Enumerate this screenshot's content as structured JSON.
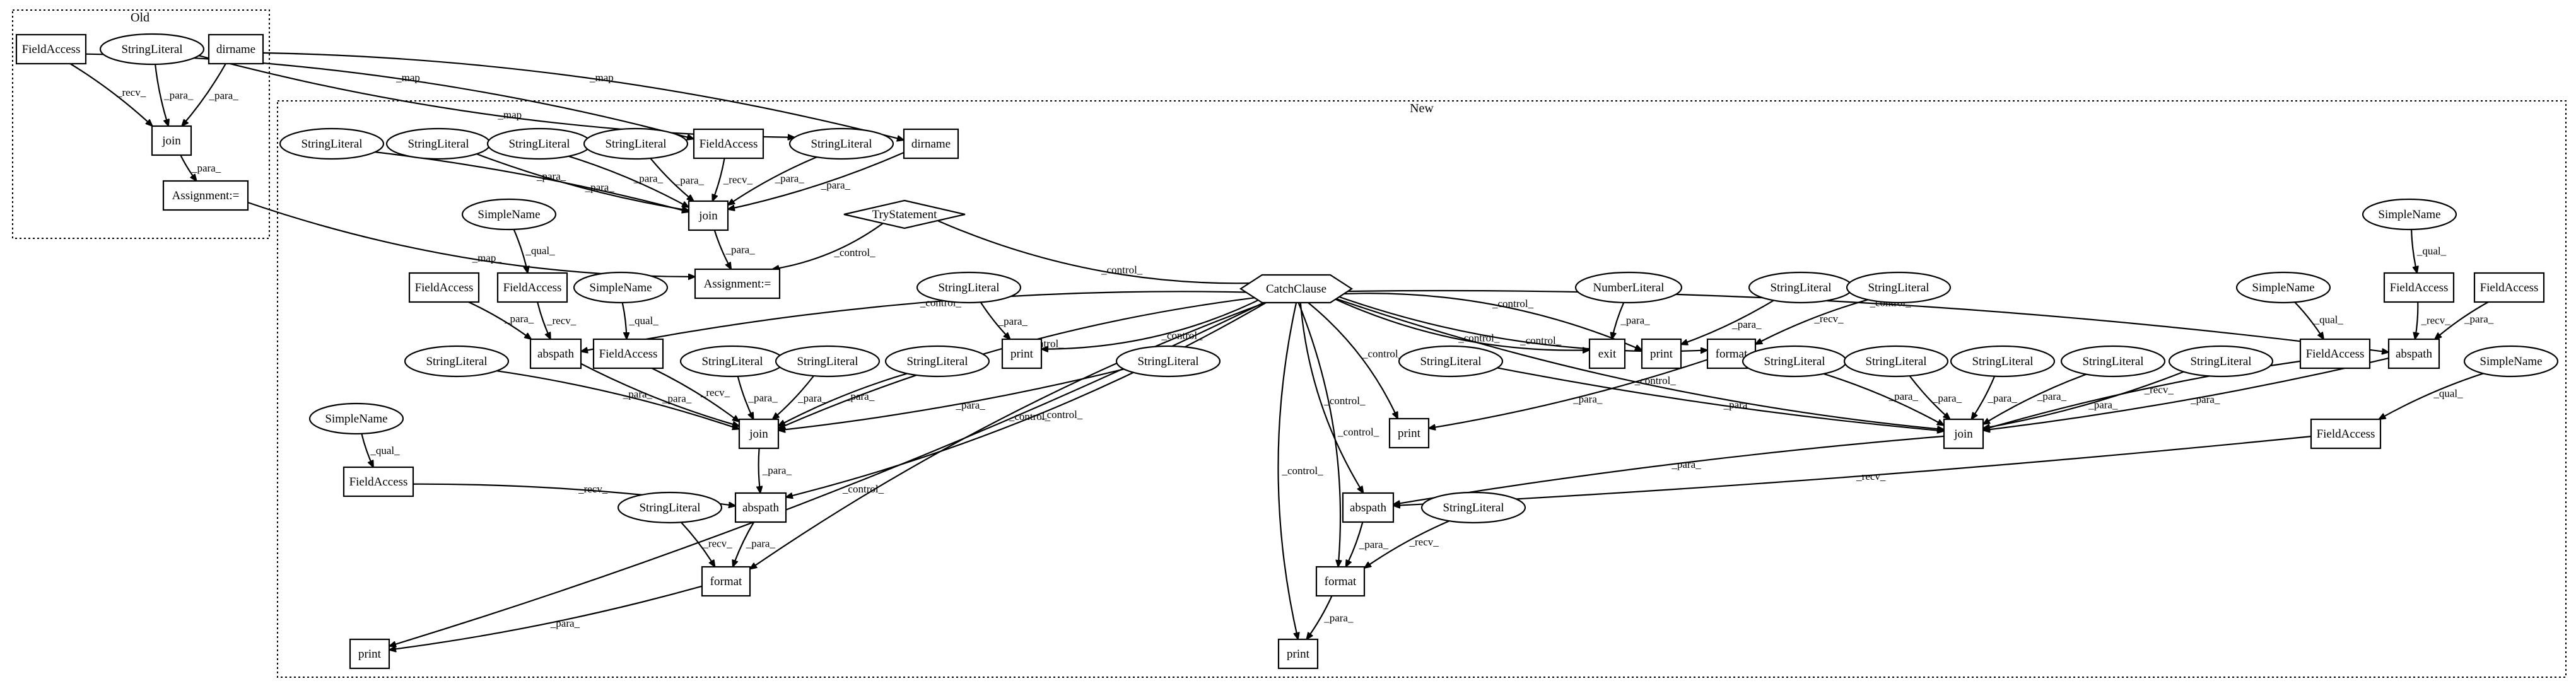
{
  "clusters": [
    {
      "id": "old",
      "label": "Old"
    },
    {
      "id": "new",
      "label": "New"
    }
  ],
  "nodes": [
    {
      "id": "o_fa",
      "label": "FieldAccess",
      "shape": "box"
    },
    {
      "id": "o_sl",
      "label": "StringLiteral",
      "shape": "ellipse"
    },
    {
      "id": "o_dn",
      "label": "dirname",
      "shape": "box"
    },
    {
      "id": "o_jn",
      "label": "join",
      "shape": "box"
    },
    {
      "id": "o_as",
      "label": "Assignment:=",
      "shape": "box"
    },
    {
      "id": "n_sl1",
      "label": "StringLiteral",
      "shape": "ellipse"
    },
    {
      "id": "n_sl2",
      "label": "StringLiteral",
      "shape": "ellipse"
    },
    {
      "id": "n_sl3",
      "label": "StringLiteral",
      "shape": "ellipse"
    },
    {
      "id": "n_sl4",
      "label": "StringLiteral",
      "shape": "ellipse"
    },
    {
      "id": "n_fa1",
      "label": "FieldAccess",
      "shape": "box"
    },
    {
      "id": "n_sl5",
      "label": "StringLiteral",
      "shape": "ellipse"
    },
    {
      "id": "n_dn",
      "label": "dirname",
      "shape": "box"
    },
    {
      "id": "n_jn1",
      "label": "join",
      "shape": "box"
    },
    {
      "id": "n_as",
      "label": "Assignment:=",
      "shape": "box"
    },
    {
      "id": "n_try",
      "label": "TryStatement",
      "shape": "diamond"
    },
    {
      "id": "n_sn1",
      "label": "SimpleName",
      "shape": "ellipse"
    },
    {
      "id": "n_cc",
      "label": "CatchClause",
      "shape": "hexagon"
    },
    {
      "id": "n_fa2",
      "label": "FieldAccess",
      "shape": "box"
    },
    {
      "id": "n_fa3",
      "label": "FieldAccess",
      "shape": "box"
    },
    {
      "id": "n_sn2",
      "label": "SimpleName",
      "shape": "ellipse"
    },
    {
      "id": "n_ab1",
      "label": "abspath",
      "shape": "box"
    },
    {
      "id": "n_fa4",
      "label": "FieldAccess",
      "shape": "box"
    },
    {
      "id": "n_sl6",
      "label": "StringLiteral",
      "shape": "ellipse"
    },
    {
      "id": "n_pr1",
      "label": "print",
      "shape": "box"
    },
    {
      "id": "n_sl7",
      "label": "StringLiteral",
      "shape": "ellipse"
    },
    {
      "id": "n_sl8",
      "label": "StringLiteral",
      "shape": "ellipse"
    },
    {
      "id": "n_sl9",
      "label": "StringLiteral",
      "shape": "ellipse"
    },
    {
      "id": "n_sl10",
      "label": "StringLiteral",
      "shape": "ellipse"
    },
    {
      "id": "n_sl11",
      "label": "StringLiteral",
      "shape": "ellipse"
    },
    {
      "id": "n_jn2",
      "label": "join",
      "shape": "box"
    },
    {
      "id": "n_sn3",
      "label": "SimpleName",
      "shape": "ellipse"
    },
    {
      "id": "n_fa5",
      "label": "FieldAccess",
      "shape": "box"
    },
    {
      "id": "n_ab2",
      "label": "abspath",
      "shape": "box"
    },
    {
      "id": "n_sl12",
      "label": "StringLiteral",
      "shape": "ellipse"
    },
    {
      "id": "n_fm1",
      "label": "format",
      "shape": "box"
    },
    {
      "id": "n_pr2",
      "label": "print",
      "shape": "box"
    },
    {
      "id": "n_num",
      "label": "NumberLiteral",
      "shape": "ellipse"
    },
    {
      "id": "n_sl13",
      "label": "StringLiteral",
      "shape": "ellipse"
    },
    {
      "id": "n_sl14",
      "label": "StringLiteral",
      "shape": "ellipse"
    },
    {
      "id": "n_exit",
      "label": "exit",
      "shape": "box"
    },
    {
      "id": "n_pr3",
      "label": "print",
      "shape": "box"
    },
    {
      "id": "n_fm2",
      "label": "format",
      "shape": "box"
    },
    {
      "id": "n_pr4",
      "label": "print",
      "shape": "box"
    },
    {
      "id": "n_sl15",
      "label": "StringLiteral",
      "shape": "ellipse"
    },
    {
      "id": "n_sl16",
      "label": "StringLiteral",
      "shape": "ellipse"
    },
    {
      "id": "n_sl17",
      "label": "StringLiteral",
      "shape": "ellipse"
    },
    {
      "id": "n_sl18",
      "label": "StringLiteral",
      "shape": "ellipse"
    },
    {
      "id": "n_sl19",
      "label": "StringLiteral",
      "shape": "ellipse"
    },
    {
      "id": "n_sl20",
      "label": "StringLiteral",
      "shape": "ellipse"
    },
    {
      "id": "n_jn3",
      "label": "join",
      "shape": "box"
    },
    {
      "id": "n_sn4",
      "label": "SimpleName",
      "shape": "ellipse"
    },
    {
      "id": "n_fa6",
      "label": "FieldAccess",
      "shape": "box"
    },
    {
      "id": "n_fa7",
      "label": "FieldAccess",
      "shape": "box"
    },
    {
      "id": "n_fa8",
      "label": "FieldAccess",
      "shape": "box"
    },
    {
      "id": "n_ab3",
      "label": "abspath",
      "shape": "box"
    },
    {
      "id": "n_sn5",
      "label": "SimpleName",
      "shape": "ellipse"
    },
    {
      "id": "n_sn6",
      "label": "SimpleName",
      "shape": "ellipse"
    },
    {
      "id": "n_fa9",
      "label": "FieldAccess",
      "shape": "box"
    },
    {
      "id": "n_ab4",
      "label": "abspath",
      "shape": "box"
    },
    {
      "id": "n_sl21",
      "label": "StringLiteral",
      "shape": "ellipse"
    },
    {
      "id": "n_fm3",
      "label": "format",
      "shape": "box"
    },
    {
      "id": "n_pr5",
      "label": "print",
      "shape": "box"
    }
  ],
  "edges": [
    {
      "from": "o_fa",
      "to": "o_jn",
      "label": "_recv_"
    },
    {
      "from": "o_sl",
      "to": "o_jn",
      "label": "_para_"
    },
    {
      "from": "o_dn",
      "to": "o_jn",
      "label": "_para_"
    },
    {
      "from": "o_jn",
      "to": "o_as",
      "label": "_para_"
    },
    {
      "from": "o_fa",
      "to": "n_fa1",
      "label": "_map_"
    },
    {
      "from": "o_sl",
      "to": "n_sl5",
      "label": "_map_"
    },
    {
      "from": "o_dn",
      "to": "n_dn",
      "label": "_map_"
    },
    {
      "from": "o_as",
      "to": "n_as",
      "label": "_map_"
    },
    {
      "from": "n_sl1",
      "to": "n_jn1",
      "label": "_para_"
    },
    {
      "from": "n_sl2",
      "to": "n_jn1",
      "label": "_para_"
    },
    {
      "from": "n_sl3",
      "to": "n_jn1",
      "label": "_para_"
    },
    {
      "from": "n_sl4",
      "to": "n_jn1",
      "label": "_para_"
    },
    {
      "from": "n_fa1",
      "to": "n_jn1",
      "label": "_recv_"
    },
    {
      "from": "n_sl5",
      "to": "n_jn1",
      "label": "_para_"
    },
    {
      "from": "n_dn",
      "to": "n_jn1",
      "label": "_para_"
    },
    {
      "from": "n_jn1",
      "to": "n_as",
      "label": "_para_"
    },
    {
      "from": "n_try",
      "to": "n_as",
      "label": "_control_"
    },
    {
      "from": "n_try",
      "to": "n_cc",
      "label": "_control_"
    },
    {
      "from": "n_sn1",
      "to": "n_fa3",
      "label": "_qual_"
    },
    {
      "from": "n_cc",
      "to": "n_ab1",
      "label": "_control_"
    },
    {
      "from": "n_cc",
      "to": "n_pr1",
      "label": "_control_"
    },
    {
      "from": "n_cc",
      "to": "n_jn2",
      "label": "_control_"
    },
    {
      "from": "n_cc",
      "to": "n_ab2",
      "label": "_control_"
    },
    {
      "from": "n_cc",
      "to": "n_fm1",
      "label": "_control_"
    },
    {
      "from": "n_cc",
      "to": "n_pr2",
      "label": "_control_"
    },
    {
      "from": "n_cc",
      "to": "n_exit",
      "label": "_control_"
    },
    {
      "from": "n_cc",
      "to": "n_pr3",
      "label": "_control_"
    },
    {
      "from": "n_cc",
      "to": "n_fm2",
      "label": "_control_"
    },
    {
      "from": "n_cc",
      "to": "n_pr4",
      "label": "_control_"
    },
    {
      "from": "n_cc",
      "to": "n_jn3",
      "label": "_control_"
    },
    {
      "from": "n_cc",
      "to": "n_ab3",
      "label": "_control_"
    },
    {
      "from": "n_cc",
      "to": "n_ab4",
      "label": "_control_"
    },
    {
      "from": "n_cc",
      "to": "n_fm3",
      "label": "_control_"
    },
    {
      "from": "n_cc",
      "to": "n_pr5",
      "label": "_control_"
    },
    {
      "from": "n_fa2",
      "to": "n_ab1",
      "label": "_para_"
    },
    {
      "from": "n_fa3",
      "to": "n_ab1",
      "label": "_recv_"
    },
    {
      "from": "n_sn2",
      "to": "n_fa4",
      "label": "_qual_"
    },
    {
      "from": "n_sl6",
      "to": "n_pr1",
      "label": "_para_"
    },
    {
      "from": "n_sl7",
      "to": "n_jn2",
      "label": "_para_"
    },
    {
      "from": "n_ab1",
      "to": "n_jn2",
      "label": "_para_"
    },
    {
      "from": "n_fa4",
      "to": "n_jn2",
      "label": "_recv_"
    },
    {
      "from": "n_sl8",
      "to": "n_jn2",
      "label": "_para_"
    },
    {
      "from": "n_sl9",
      "to": "n_jn2",
      "label": "_para_"
    },
    {
      "from": "n_sl10",
      "to": "n_jn2",
      "label": "_para_"
    },
    {
      "from": "n_sl11",
      "to": "n_jn2",
      "label": "_para_"
    },
    {
      "from": "n_sn3",
      "to": "n_fa5",
      "label": "_qual_"
    },
    {
      "from": "n_fa5",
      "to": "n_ab2",
      "label": "_recv_"
    },
    {
      "from": "n_jn2",
      "to": "n_ab2",
      "label": "_para_"
    },
    {
      "from": "n_sl12",
      "to": "n_fm1",
      "label": "_recv_"
    },
    {
      "from": "n_ab2",
      "to": "n_fm1",
      "label": "_para_"
    },
    {
      "from": "n_fm1",
      "to": "n_pr2",
      "label": "_para_"
    },
    {
      "from": "n_num",
      "to": "n_exit",
      "label": "_para_"
    },
    {
      "from": "n_sl13",
      "to": "n_pr3",
      "label": "_para_"
    },
    {
      "from": "n_sl14",
      "to": "n_fm2",
      "label": "_recv_"
    },
    {
      "from": "n_fm2",
      "to": "n_pr4",
      "label": "_para_"
    },
    {
      "from": "n_sl15",
      "to": "n_jn3",
      "label": "_para_"
    },
    {
      "from": "n_sl16",
      "to": "n_jn3",
      "label": "_para_"
    },
    {
      "from": "n_sl17",
      "to": "n_jn3",
      "label": "_para_"
    },
    {
      "from": "n_sl18",
      "to": "n_jn3",
      "label": "_para_"
    },
    {
      "from": "n_sl19",
      "to": "n_jn3",
      "label": "_para_"
    },
    {
      "from": "n_sl20",
      "to": "n_jn3",
      "label": "_para_"
    },
    {
      "from": "n_fa6",
      "to": "n_jn3",
      "label": "_recv_"
    },
    {
      "from": "n_ab3",
      "to": "n_jn3",
      "label": "_para_"
    },
    {
      "from": "n_sn4",
      "to": "n_fa7",
      "label": "_qual_"
    },
    {
      "from": "n_fa7",
      "to": "n_ab3",
      "label": "_recv_"
    },
    {
      "from": "n_fa8",
      "to": "n_ab3",
      "label": "_para_"
    },
    {
      "from": "n_sn5",
      "to": "n_fa6",
      "label": "_qual_"
    },
    {
      "from": "n_sn6",
      "to": "n_fa9",
      "label": "_qual_"
    },
    {
      "from": "n_fa9",
      "to": "n_ab4",
      "label": "_recv_"
    },
    {
      "from": "n_jn3",
      "to": "n_ab4",
      "label": "_para_"
    },
    {
      "from": "n_ab4",
      "to": "n_fm3",
      "label": "_para_"
    },
    {
      "from": "n_sl21",
      "to": "n_fm3",
      "label": "_recv_"
    },
    {
      "from": "n_fm3",
      "to": "n_pr5",
      "label": "_para_"
    }
  ]
}
